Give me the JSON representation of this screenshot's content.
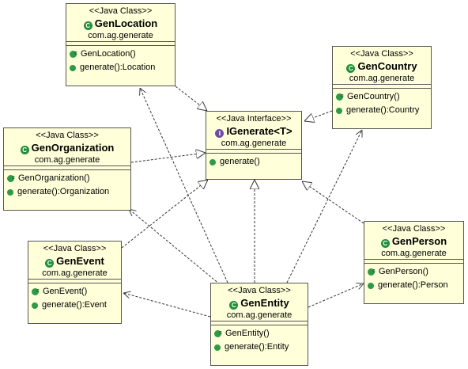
{
  "interface": {
    "stereotype": "<<Java Interface>>",
    "name": "IGenerate<T>",
    "package": "com.ag.generate",
    "icon": "interface-icon",
    "operations": [
      "generate()"
    ]
  },
  "classes": {
    "genlocation": {
      "stereotype": "<<Java Class>>",
      "name": "GenLocation",
      "package": "com.ag.generate",
      "constructor": "GenLocation()",
      "method": "generate():Location"
    },
    "gencountry": {
      "stereotype": "<<Java Class>>",
      "name": "GenCountry",
      "package": "com.ag.generate",
      "constructor": "GenCountry()",
      "method": "generate():Country"
    },
    "genorganization": {
      "stereotype": "<<Java Class>>",
      "name": "GenOrganization",
      "package": "com.ag.generate",
      "constructor": "GenOrganization()",
      "method": "generate():Organization"
    },
    "genevent": {
      "stereotype": "<<Java Class>>",
      "name": "GenEvent",
      "package": "com.ag.generate",
      "constructor": "GenEvent()",
      "method": "generate():Event"
    },
    "genperson": {
      "stereotype": "<<Java Class>>",
      "name": "GenPerson",
      "package": "com.ag.generate",
      "constructor": "GenPerson()",
      "method": "generate():Person"
    },
    "genentity": {
      "stereotype": "<<Java Class>>",
      "name": "GenEntity",
      "package": "com.ag.generate",
      "constructor": "GenEntity()",
      "method": "generate():Entity"
    }
  },
  "colors": {
    "box_fill": "#ffffd9",
    "border": "#555555",
    "class_icon": "#1f8f3a",
    "interface_icon": "#6f4aa8"
  }
}
